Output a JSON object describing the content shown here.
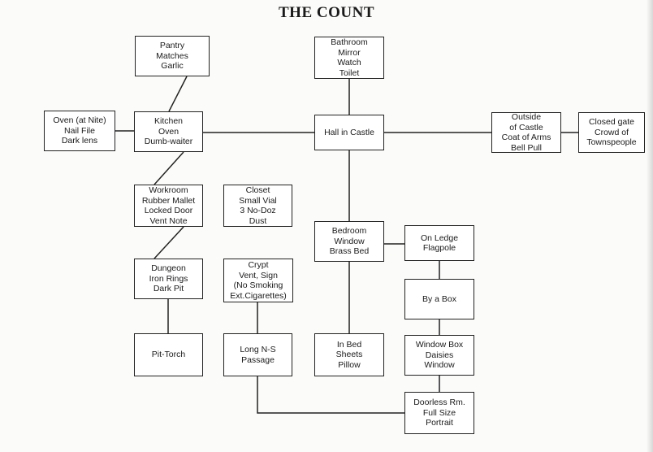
{
  "title": "THE COUNT",
  "rooms": [
    {
      "id": "pantry",
      "lines": [
        "Pantry",
        "Matches",
        "Garlic"
      ]
    },
    {
      "id": "bathroom",
      "lines": [
        "Bathroom",
        "Mirror",
        "Watch",
        "Toilet"
      ]
    },
    {
      "id": "oven",
      "lines": [
        "Oven (at Nite)",
        "Nail File",
        "Dark lens"
      ]
    },
    {
      "id": "kitchen",
      "lines": [
        "Kitchen",
        "Oven",
        "Dumb-waiter"
      ]
    },
    {
      "id": "hall",
      "lines": [
        "Hall in Castle"
      ]
    },
    {
      "id": "outside",
      "lines": [
        "Outside",
        "of Castle",
        "Coat of Arms",
        "Bell Pull"
      ]
    },
    {
      "id": "gate",
      "lines": [
        "Closed gate",
        "Crowd of",
        "Townspeople"
      ]
    },
    {
      "id": "workroom",
      "lines": [
        "Workroom",
        "Rubber Mallet",
        "Locked Door",
        "Vent Note"
      ]
    },
    {
      "id": "closet",
      "lines": [
        "Closet",
        "Small Vial",
        "3 No-Doz",
        "Dust"
      ]
    },
    {
      "id": "bedroom",
      "lines": [
        "Bedroom",
        "Window",
        "Brass Bed"
      ]
    },
    {
      "id": "ledge",
      "lines": [
        "On Ledge",
        "Flagpole"
      ]
    },
    {
      "id": "dungeon",
      "lines": [
        "Dungeon",
        "Iron Rings",
        "Dark Pit"
      ]
    },
    {
      "id": "crypt",
      "lines": [
        "Crypt",
        "Vent, Sign",
        "(No Smoking",
        "Ext.Cigarettes)"
      ]
    },
    {
      "id": "box",
      "lines": [
        "By a Box"
      ]
    },
    {
      "id": "torch",
      "lines": [
        "Pit-Torch"
      ]
    },
    {
      "id": "passage",
      "lines": [
        "Long N-S",
        "Passage"
      ]
    },
    {
      "id": "inbed",
      "lines": [
        "In Bed",
        "Sheets",
        "Pillow"
      ]
    },
    {
      "id": "windowbox",
      "lines": [
        "Window Box",
        "Daisies",
        "Window"
      ]
    },
    {
      "id": "doorless",
      "lines": [
        "Doorless Rm.",
        "Full Size",
        "Portrait"
      ]
    }
  ]
}
